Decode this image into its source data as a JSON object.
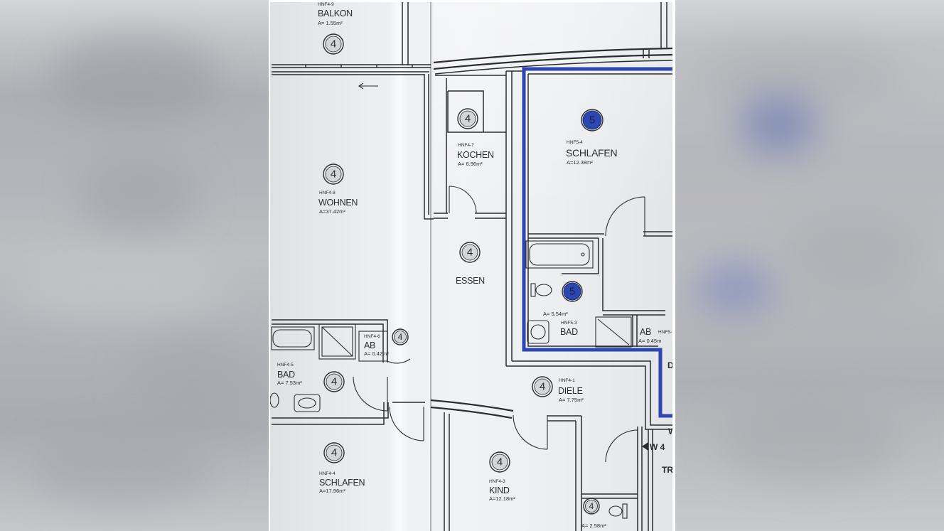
{
  "colors": {
    "ink": "#2b2c31",
    "unit_5_blue": "#2c48b0",
    "paper": "#eceef0"
  },
  "plan": {
    "balkon": {
      "code": "HNF4-9",
      "name": "BALKON",
      "area": "A= 1.55m²",
      "unit": "4"
    },
    "wohnen": {
      "code": "HNF4-8",
      "name": "WOHNEN",
      "area": "A=37.42m²",
      "unit": "4"
    },
    "kochen": {
      "code": "HNF4-7",
      "name": "KOCHEN",
      "area": "A= 6.96m²",
      "unit": "4"
    },
    "schlafen_unit5": {
      "code": "HNF5-4",
      "name": "SCHLAFEN",
      "area": "A=12.38m²",
      "unit": "5"
    },
    "essen": {
      "name": "ESSEN",
      "unit": "4"
    },
    "bad_unit5": {
      "code": "HNF5-3",
      "name": "BAD",
      "area": "A= 5.54m²",
      "unit": "5"
    },
    "ab_unit5": {
      "code": "HNF5-",
      "name": "AB",
      "area": "A= 0.45m"
    },
    "ab_unit4": {
      "code": "HNF4-6",
      "name": "AB",
      "area": "A= 0.42m²",
      "unit": "4"
    },
    "bad_unit4": {
      "code": "HNF4-5",
      "name": "BAD",
      "area": "A= 7.53m²",
      "unit": "4"
    },
    "diele": {
      "code": "HNF4-1",
      "name": "DIELE",
      "area": "A= 7.75m²",
      "unit": "4"
    },
    "schlafen_unit4": {
      "code": "HNF4-4",
      "name": "SCHLAFEN",
      "area": "A=17.96m²",
      "unit": "4"
    },
    "kind": {
      "code": "HNF4-3",
      "name": "KIND",
      "area": "A=12.18m²",
      "unit": "4"
    },
    "wc": {
      "area": "A= 2.58m²",
      "unit": "4"
    },
    "markers": {
      "stair_ref": "W 4",
      "stair_label": "TR",
      "edge_w": "W",
      "edge_d": "D"
    }
  }
}
